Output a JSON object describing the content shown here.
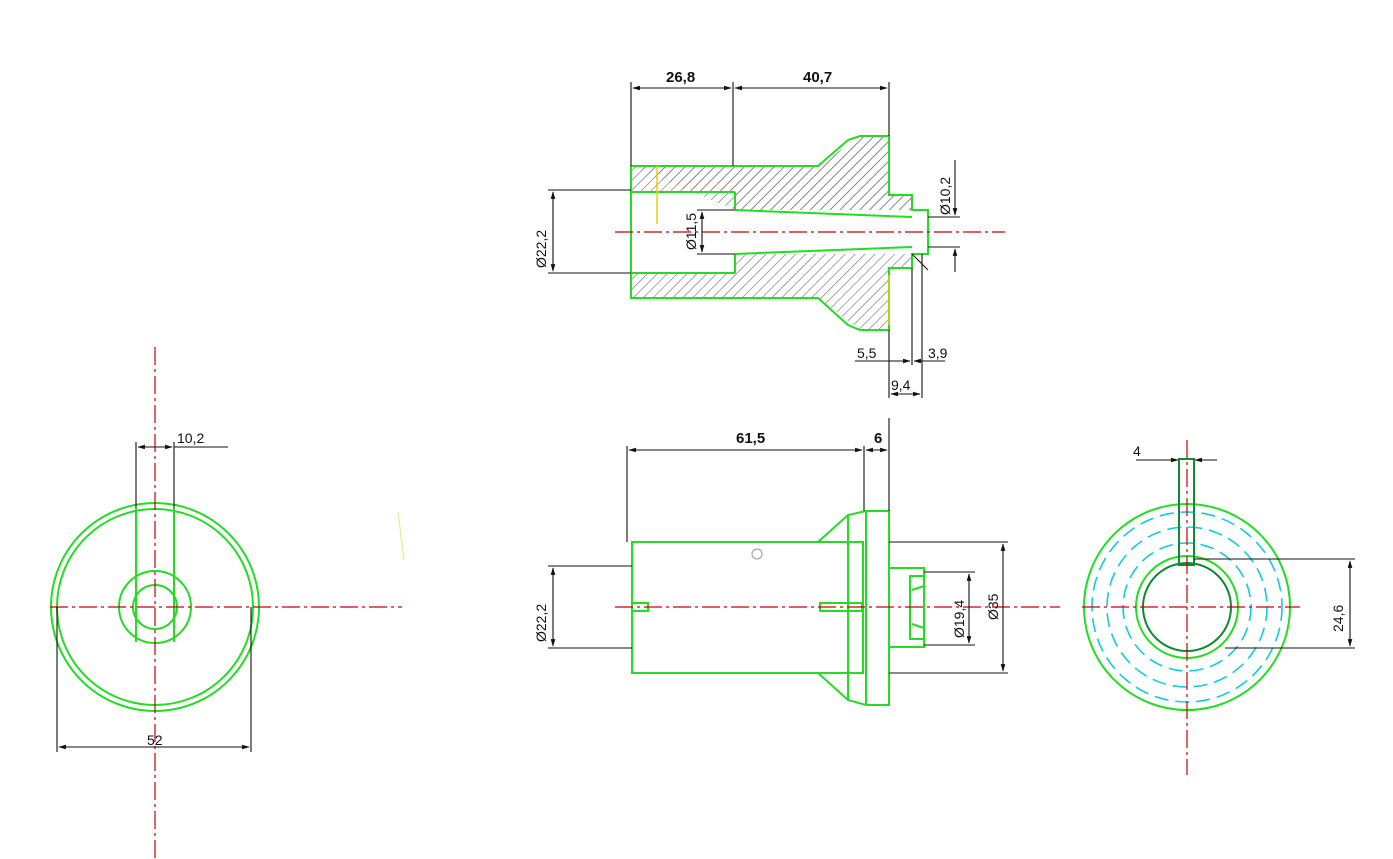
{
  "colors": {
    "outline": "#22dd22",
    "centerline": "#cc0000",
    "dimension": "#111111",
    "hatch": "#777777",
    "hidden": "#11ccdd",
    "accent": "#e8d000"
  },
  "views": {
    "section": {
      "dim_left_length": "26,8",
      "dim_right_length": "40,7",
      "dim_outer_diameter": "Ø22,2",
      "dim_bore_diameter": "Ø11,5",
      "dim_tip_diameter": "Ø10,2",
      "dim_flange_a": "5,5",
      "dim_flange_b": "3,9",
      "dim_flange_c": "9,4"
    },
    "side_left": {
      "dim_slot_width": "10,2",
      "dim_outer_diameter": "52"
    },
    "front": {
      "dim_body_length": "61,5",
      "dim_flange_thickness": "6",
      "dim_body_diameter": "Ø22,2",
      "dim_inner_diameter": "Ø19,4",
      "dim_flange_diameter": "Ø35"
    },
    "side_right": {
      "dim_key_width": "4",
      "dim_key_depth": "24,6"
    }
  }
}
